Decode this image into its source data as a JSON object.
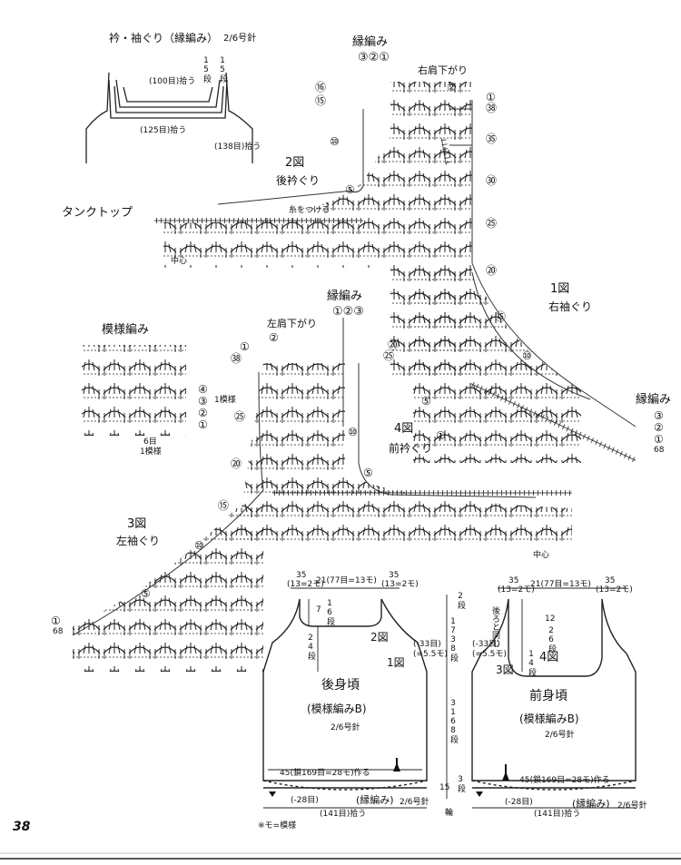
{
  "page_number": "38",
  "neck_armhole_title": "衿・袖ぐり（縁編み）",
  "neck_armhole_needle": "2/6号針",
  "rows_15a": "15段",
  "rows_15b": "15段",
  "neck_100": "(100目)拾う",
  "neck_125": "(125目)拾う",
  "neck_138": "(138目)拾う",
  "tanktop": "タンクトップ",
  "fuchi_top": "縁編み",
  "fuchi_mid": "縁編み",
  "fuchi_right": "縁編み",
  "circ_321": "③②①",
  "circ_123": "①②③",
  "right_shoulder": "右肩下がり",
  "left_shoulder": "左肩下がり",
  "fig2": "2図",
  "fig2_caption": "後衿ぐり",
  "attach_yarn": "糸をつける",
  "center1": "中心",
  "center2": "中心",
  "fig1": "1図",
  "fig1_caption": "右袖ぐり",
  "fig4": "4図",
  "fig4_caption": "前衿ぐり",
  "fig3": "3図",
  "fig3_caption": "左袖ぐり",
  "pattern_title": "模様編み",
  "pattern_6": "6目",
  "pattern_1rep": "1模様",
  "pattern_1rep_row": "1模様",
  "back_w_side": "35",
  "back_w_side_sub": "(13=2モ)",
  "back_w_mid": "21(77目=13モ)",
  "back_w_side2": "35",
  "back_w_side2_sub": "(13=2モ)",
  "back_7": "7",
  "back_16": "16段",
  "back_24": "24段",
  "back_fig2": "2図",
  "back_fig1": "1図",
  "back_33": "(-33目)",
  "back_55": "(=5.5モ)",
  "back_title": "後身頃",
  "back_pattern": "(模様編みB)",
  "back_needle": "2/6号針",
  "back_45": "45(鎖169目=28モ)作る",
  "back_28": "(-28目)",
  "back_edge": "(縁編み)",
  "back_needle2": "2/6号針",
  "back_141": "(141目)拾う",
  "back_note": "※モ=模様",
  "mid_2": "2段",
  "mid_17": "17",
  "mid_38": "38段",
  "mid_31": "31",
  "mid_68": "68段",
  "mid_15": "15",
  "mid_3": "3段",
  "mid_wa": "輪",
  "front_w_side": "35",
  "front_w_side_sub": "(13=2モ)",
  "front_w_mid": "21(77目=13モ)",
  "front_w_side2": "35",
  "front_w_side2_sub": "(13=2モ)",
  "front_same": "後ろと同じ",
  "front_12": "12",
  "front_26": "26段",
  "front_33": "(-33目)",
  "front_55": "(=5.5モ)",
  "front_14": "14段",
  "front_fig3": "3図",
  "front_fig4": "4図",
  "front_title": "前身頃",
  "front_pattern": "(模様編みB)",
  "front_needle": "2/6号針",
  "front_45": "45(鎖169目=28モ)作る",
  "front_28": "(-28目)",
  "front_edge": "(縁編み)",
  "front_needle2": "2/6号針",
  "front_141": "(141目)拾う",
  "n1": "①",
  "n2": "②",
  "n3": "③",
  "n4": "④",
  "n5": "⑤",
  "n10": "⑩",
  "n15": "⑮",
  "n16": "⑯",
  "n20": "⑳",
  "n25": "㉕",
  "n30": "㉚",
  "n35": "㉟",
  "n38": "㊳",
  "n68": "68"
}
